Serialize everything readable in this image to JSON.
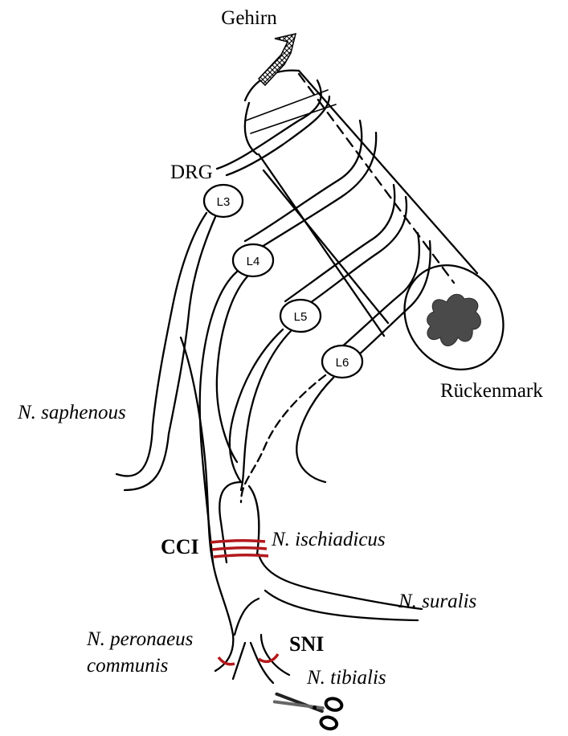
{
  "labels": {
    "brain": "Gehirn",
    "drg": "DRG",
    "spinal_cord": "Rückenmark",
    "n_saphenous": "N. saphenous",
    "cci": "CCI",
    "n_ischiadicus": "N. ischiadicus",
    "n_suralis": "N. suralis",
    "n_peronaeus_line1": "N. peronaeus",
    "n_peronaeus_line2": "communis",
    "sni": "SNI",
    "n_tibialis": "N. tibialis"
  },
  "ganglia": [
    "L3",
    "L4",
    "L5",
    "L6"
  ],
  "colors": {
    "ligature": "#b3191d",
    "gray_matter": "#4a4a4a",
    "ink": "#000000"
  },
  "icons": {
    "arrow": "hatched-up-arrow-icon",
    "scissors": "scissors-icon"
  }
}
